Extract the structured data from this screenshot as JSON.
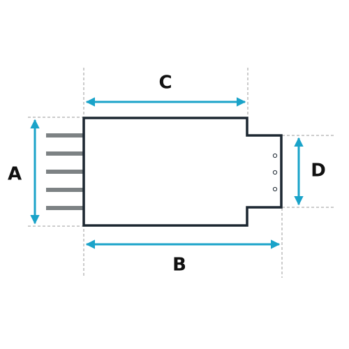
{
  "colors": {
    "outline": "#1c2731",
    "arrow": "#1aa3c9",
    "pin": "#7d8284",
    "guide": "#9a9a9a",
    "text": "#111111",
    "background": "#ffffff"
  },
  "labels": {
    "a": "A",
    "b": "B",
    "c": "C",
    "d": "D"
  },
  "pin_count": 5,
  "hole_count": 3
}
